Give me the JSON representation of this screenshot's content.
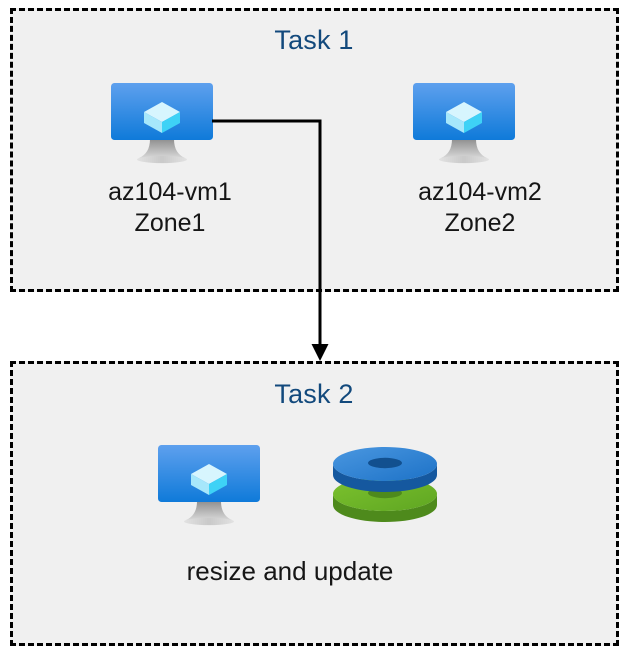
{
  "diagram": {
    "title": "Azure VM tasks diagram",
    "background_color": "#ffffff",
    "box_fill_color": "#f0f0f0",
    "box_border_color": "#000000",
    "box_border_style": "dashed",
    "title_color": "#12497c",
    "label_color": "#161616",
    "connector_color": "#000000"
  },
  "task1": {
    "title": "Task 1",
    "nodes": [
      {
        "icon": "virtual-machine-icon",
        "name": "az104-vm1",
        "zone": "Zone1",
        "label": "az104-vm1\nZone1"
      },
      {
        "icon": "virtual-machine-icon",
        "name": "az104-vm2",
        "zone": "Zone2",
        "label": "az104-vm2\nZone2"
      }
    ],
    "vm1_name": "az104-vm1",
    "vm1_zone": "Zone1",
    "vm2_name": "az104-vm2",
    "vm2_zone": "Zone2"
  },
  "task2": {
    "title": "Task 2",
    "caption": "resize and update",
    "icons": [
      "virtual-machine-icon",
      "managed-disks-icon"
    ]
  },
  "connector": {
    "from": "az104-vm1",
    "to": "Task 2",
    "arrow_direction": "down",
    "style": "elbow"
  },
  "colors": {
    "vm_screen_top": "#5ea0ee",
    "vm_screen_bottom": "#0f7ad9",
    "vm_cube_light": "#c3f1fd",
    "vm_cube_mid": "#9fe6fb",
    "vm_cube_bright": "#36d2f5",
    "vm_stand": "#b3b3b3",
    "disk_blue": "#2a7fd4",
    "disk_blue_dark": "#1a5fa8",
    "disk_green": "#6cb52b",
    "disk_green_dark": "#559020"
  }
}
